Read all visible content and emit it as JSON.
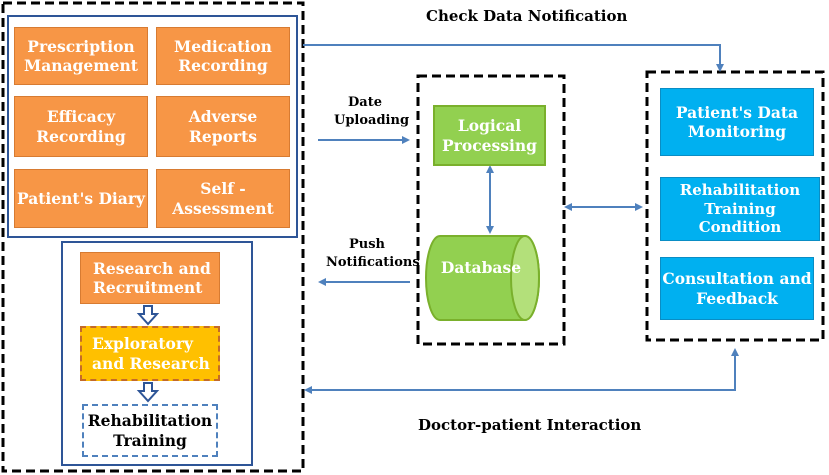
{
  "title": "Check Data Notification",
  "bottom_label": "Doctor-patient Interaction",
  "patient_modules": [
    "Prescription Management",
    "Medication Recording",
    "Efficacy Recording",
    "Adverse Reports",
    "Patient's Diary",
    "Self - Assessment"
  ],
  "research_steps": [
    "Research and Recruitment",
    "Exploratory and Research",
    "Rehabilitation Training"
  ],
  "server": {
    "logic": "Logical Processing",
    "database": "Database"
  },
  "doctor_modules": [
    "Patient's Data Monitoring",
    "Rehabilitation Training Condition",
    "Consultation and Feedback"
  ],
  "arrows": {
    "upload": "Date Uploading",
    "push": "Push Notifications"
  },
  "colors": {
    "orange": "#f79646",
    "green": "#92d050",
    "blue": "#00b0f0",
    "gold": "#ffc000",
    "arrow": "#4f81bd",
    "frame": "#2e5597"
  }
}
